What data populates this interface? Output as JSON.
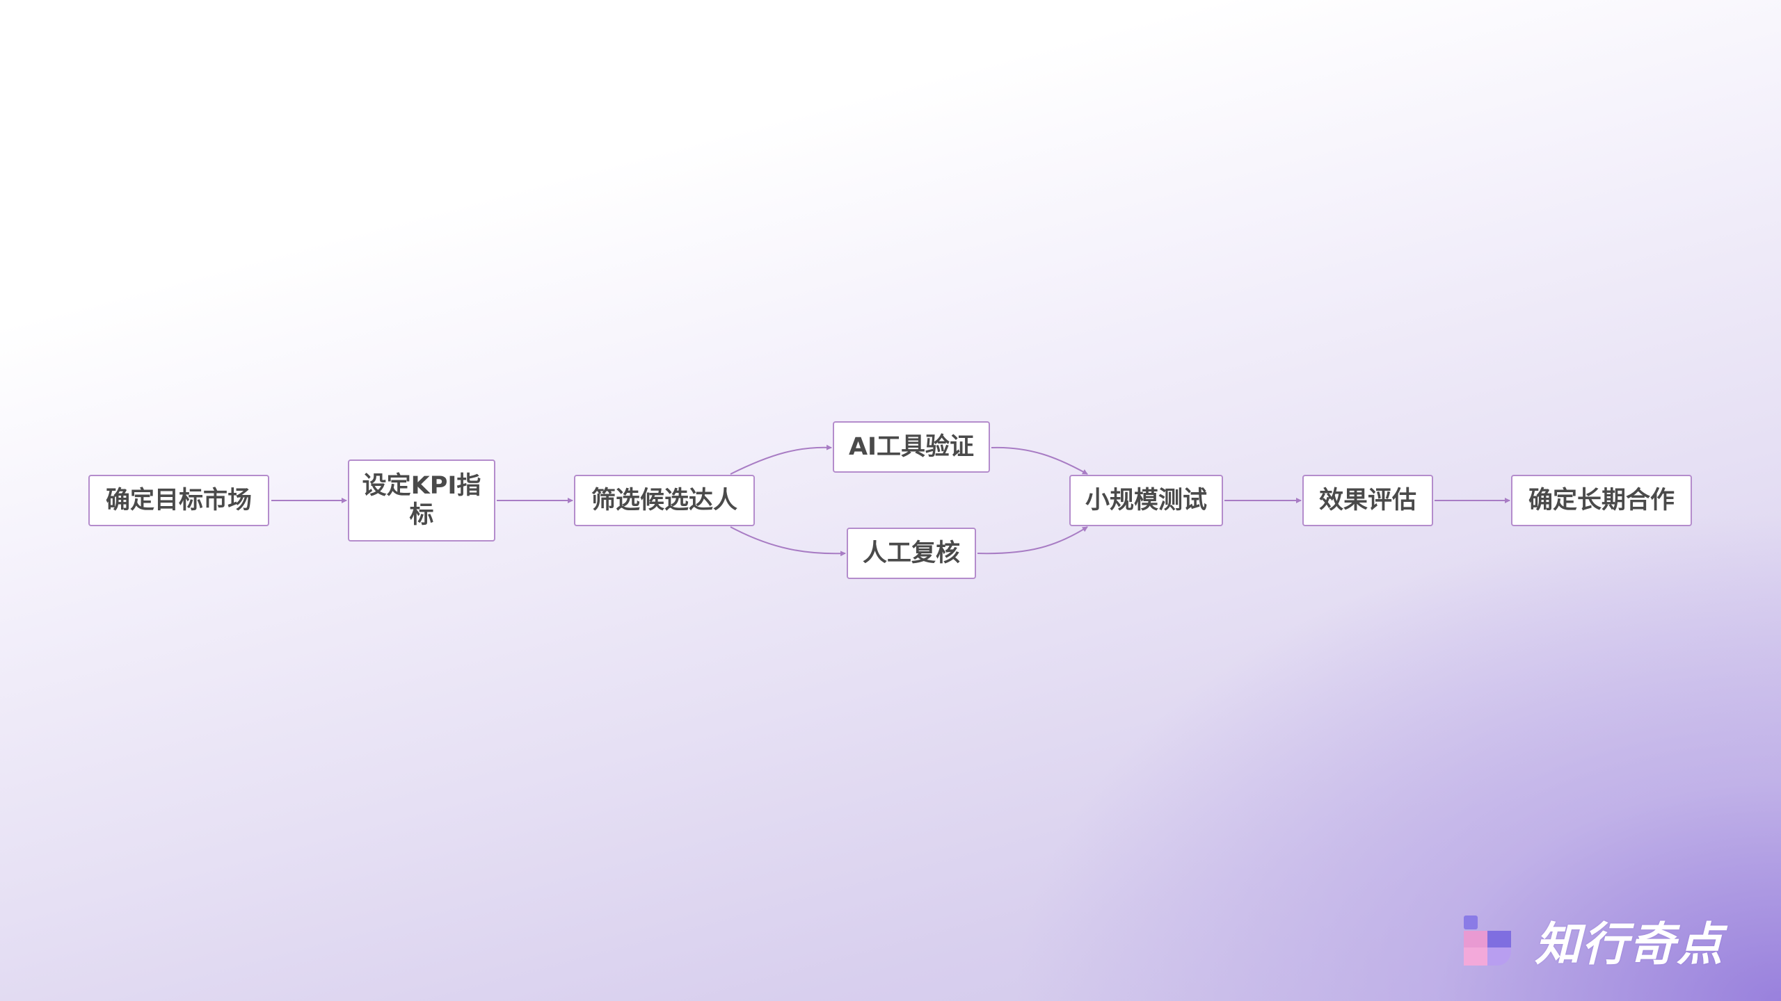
{
  "diagram": {
    "nodes": [
      {
        "id": "n1",
        "label": "确定目标市场"
      },
      {
        "id": "n2",
        "label": "设定KPI指标"
      },
      {
        "id": "n3",
        "label": "筛选候选达人"
      },
      {
        "id": "n4",
        "label": "AI工具验证"
      },
      {
        "id": "n5",
        "label": "人工复核"
      },
      {
        "id": "n6",
        "label": "小规模测试"
      },
      {
        "id": "n7",
        "label": "效果评估"
      },
      {
        "id": "n8",
        "label": "确定长期合作"
      }
    ],
    "edges": [
      {
        "from": "n1",
        "to": "n2"
      },
      {
        "from": "n2",
        "to": "n3"
      },
      {
        "from": "n3",
        "to": "n4"
      },
      {
        "from": "n3",
        "to": "n5"
      },
      {
        "from": "n4",
        "to": "n6"
      },
      {
        "from": "n5",
        "to": "n6"
      },
      {
        "from": "n6",
        "to": "n7"
      },
      {
        "from": "n7",
        "to": "n8"
      }
    ],
    "colors": {
      "node_border": "#b48ccc",
      "edge": "#a87cc4",
      "text": "#4a4a4a"
    }
  },
  "logo": {
    "text": "知行奇点",
    "icon": "logo-blocks-icon"
  }
}
